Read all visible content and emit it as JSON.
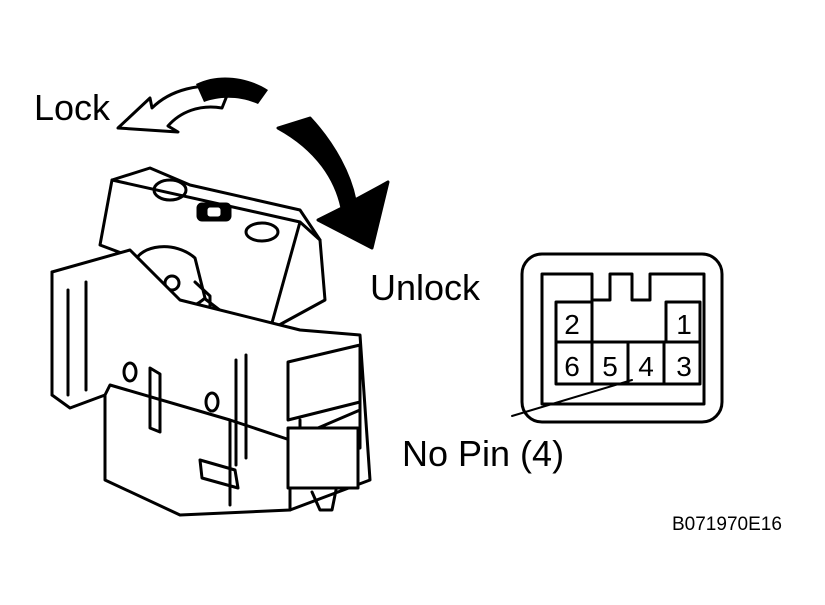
{
  "labels": {
    "lock": "Lock",
    "unlock": "Unlock",
    "no_pin": "No Pin (4)",
    "figure_code": "B071970E16"
  },
  "connector": {
    "pins_top": [
      "2",
      "1"
    ],
    "pins_bottom": [
      "6",
      "5",
      "4",
      "3"
    ]
  },
  "colors": {
    "ink": "#000000",
    "paper": "#ffffff",
    "arrow": "#000000"
  }
}
